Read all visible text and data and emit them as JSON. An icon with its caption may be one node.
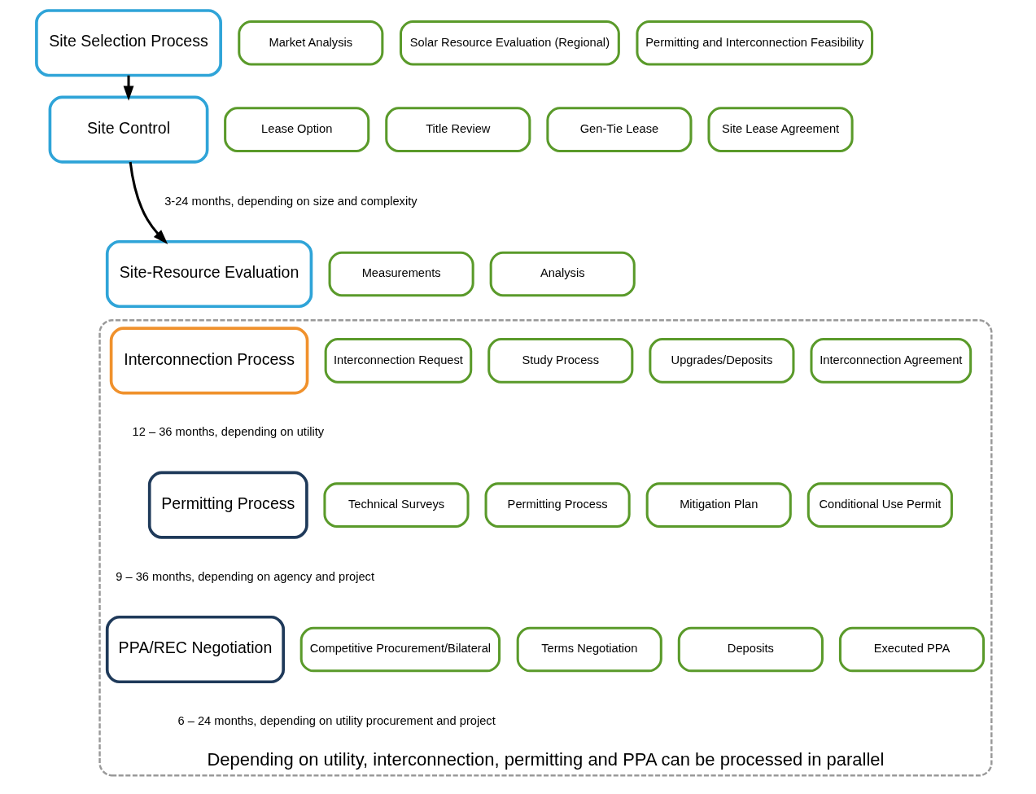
{
  "diagram": {
    "nodes": [
      {
        "text": [
          "Site Selection Process"
        ]
      },
      {
        "text": [
          "Site Control"
        ],
        "beside": [
          "3-24 months, depending on size and complexity"
        ]
      },
      {
        "text": [
          "Site-Resource Evaluation"
        ]
      },
      {
        "text": [
          "Market Analysis"
        ]
      },
      {
        "text": [
          "Solar Resource Evaluation (Regional)"
        ]
      },
      {
        "text": [
          "Permitting and Interconnection Feasibility"
        ]
      },
      {
        "text": [
          "Lease Option"
        ]
      },
      {
        "text": [
          "Title Review"
        ]
      },
      {
        "text": [
          "Gen-Tie Lease"
        ]
      },
      {
        "text": [
          "Site Lease Agreement"
        ]
      },
      {
        "text": [
          "Measurements"
        ]
      },
      {
        "text": [
          "Analysis"
        ]
      },
      {
        "text": [
          "Depending on utility, interconnection, permitting and PPA can be processed in parallel"
        ]
      },
      {
        "text": [
          "Interconnection Process"
        ],
        "in": 12,
        "beside": [
          "12 – 36 months, depending on utility"
        ]
      },
      {
        "text": [
          "Interconnection Request"
        ],
        "in": 12
      },
      {
        "text": [
          "Study Process"
        ],
        "in": 12
      },
      {
        "text": [
          "Upgrades/Deposits"
        ],
        "in": 12
      },
      {
        "text": [
          "Interconnection Agreement"
        ],
        "in": 12
      },
      {
        "text": [
          "Permitting Process"
        ],
        "in": 12,
        "beside": [
          "9 – 36 months, depending on agency and project"
        ]
      },
      {
        "text": [
          "Technical Surveys"
        ],
        "in": 12
      },
      {
        "text": [
          "Permitting Process"
        ],
        "in": 12
      },
      {
        "text": [
          "Mitigation Plan"
        ],
        "in": 12
      },
      {
        "text": [
          "Conditional Use Permit"
        ],
        "in": 12
      },
      {
        "text": [
          "PPA/REC Negotiation"
        ],
        "in": 12,
        "beside": [
          "6 – 24 months, depending on utility procurement and project"
        ]
      },
      {
        "text": [
          "Competitive Procurement/Bilateral"
        ],
        "in": 12
      },
      {
        "text": [
          "Terms Negotiation"
        ],
        "in": 12
      },
      {
        "text": [
          "Deposits"
        ],
        "in": 12
      },
      {
        "text": [
          "Executed PPA"
        ],
        "in": 12
      }
    ],
    "edges": [
      {
        "from": 0,
        "to": 1,
        "arrow": "to"
      },
      {
        "from": 1,
        "to": 2,
        "arrow": "to"
      }
    ]
  }
}
